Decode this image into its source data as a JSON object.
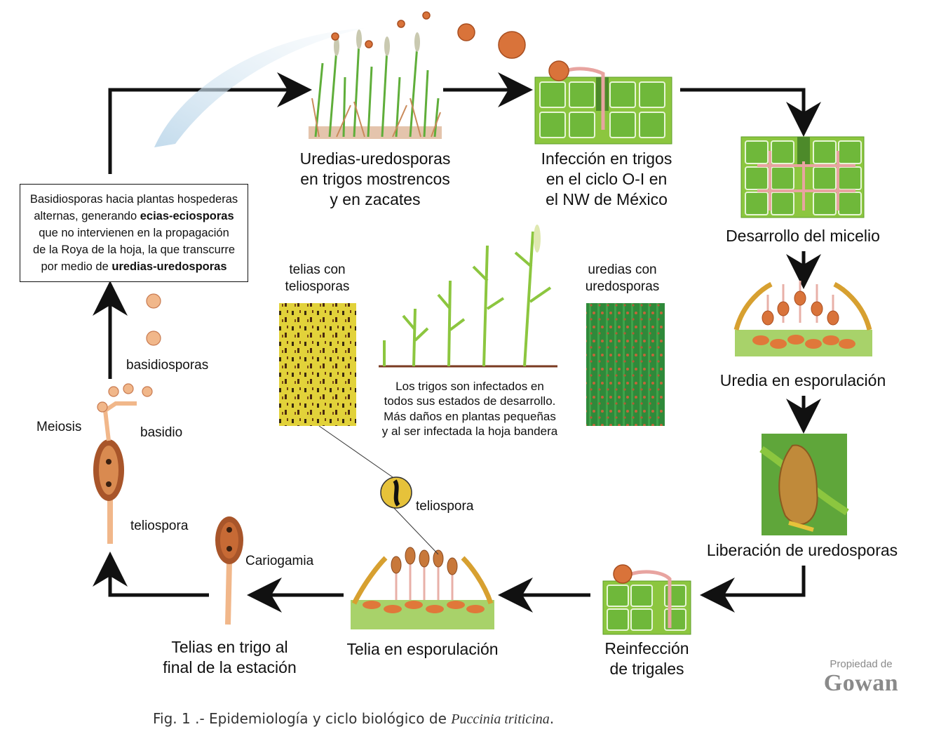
{
  "labels": {
    "uredias_zacates": [
      "Uredias-uredosporas",
      "en trigos mostrencos",
      "y en zacates"
    ],
    "infeccion": [
      "Infección en trigos",
      "en el ciclo O-I en",
      "el NW de México"
    ],
    "micelio": "Desarrollo del micelio",
    "uredia_esporulacion": "Uredia en esporulación",
    "liberacion": "Liberación de uredosporas",
    "reinfeccion": [
      "Reinfección",
      "de trigales"
    ],
    "telia_esporulacion": "Telia en esporulación",
    "telias_trigo": [
      "Telias en trigo al",
      "final de la estación"
    ],
    "cariogamia": "Cariogamia",
    "teliospora_left": "teliospora",
    "meiosis": "Meiosis",
    "basidio": "basidio",
    "basidiosporas": "basidiosporas",
    "telias_con": [
      "telias con",
      "teliosporas"
    ],
    "uredias_con": [
      "uredias con",
      "uredosporas"
    ],
    "teliospora_center": "teliospora",
    "trigos_texto": [
      "Los trigos son infectados en",
      "todos sus estados de desarrollo.",
      "Más daños en plantas pequeñas",
      "y al ser infectada la hoja bandera"
    ]
  },
  "box": {
    "line1": "Basidiosporas hacia plantas hospederas",
    "line2a": "alternas, generando ",
    "line2b": "ecias-eciosporas",
    "line3": "que no intervienen en la propagación",
    "line4": "de la Roya de la hoja, la que transcurre",
    "line5a": "por medio de ",
    "line5b": "uredias-uredosporas"
  },
  "caption": {
    "prefix": "Fig. 1 .- Epidemiología y ciclo biológico de ",
    "species": "Puccinia triticina",
    "suffix": "."
  },
  "watermark": {
    "line1": "Propiedad de",
    "line2": "Gowan"
  },
  "colors": {
    "leaf_green": "#8cc63f",
    "cell_green": "#6fb83a",
    "spore_orange": "#d9733a",
    "telia_brown": "#a8552a",
    "arrow": "#111111",
    "yellow_leaf": "#e3d43a"
  }
}
